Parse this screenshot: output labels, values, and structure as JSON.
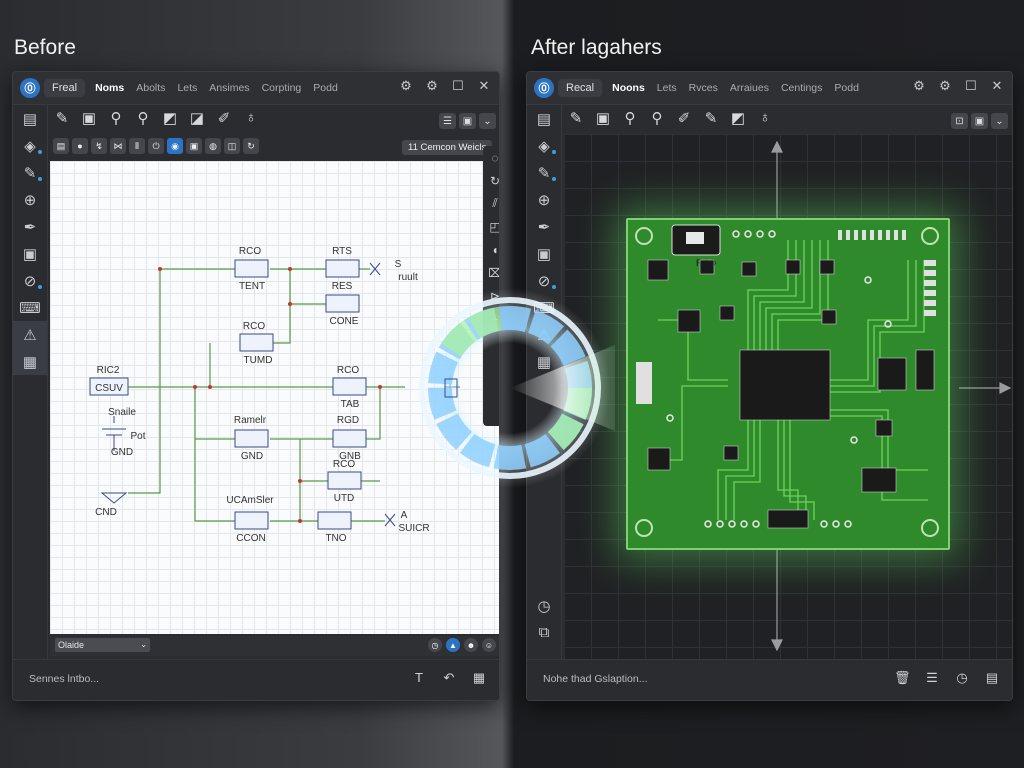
{
  "headings": {
    "before": "Before",
    "after": "After lagahers"
  },
  "left": {
    "app_name": "Freal",
    "menu": [
      "Noms",
      "Abolts",
      "Lets",
      "Ansimes",
      "Corpting",
      "Podd"
    ],
    "badge": "11 Cemcon Weicls",
    "dropdown": "Olaide",
    "status": "Sennes lntbo...",
    "tool_icons": [
      "pencil-icon",
      "component-icon",
      "zoom-in-icon",
      "zoom-out-icon",
      "marker-icon",
      "tag-icon",
      "pen-icon",
      "probe-icon"
    ],
    "left_icons": [
      "document-icon",
      "diamond-icon",
      "pencil-icon",
      "plus-circle-icon",
      "pen-icon",
      "chip-icon",
      "probe-icon",
      "keyboard-icon",
      "warning-icon",
      "calendar-icon"
    ],
    "schematic_labels": {
      "c1": "RCO",
      "c1b": "TENT",
      "c2": "RTS",
      "c2b": "RES",
      "c3": "CONE",
      "s_label": "S",
      "s_label2": "ruult",
      "c4": "RCO",
      "c4b": "TUMD",
      "c5": "RIC2",
      "c5b": "CSUV",
      "c5c": "Snaile",
      "pot": "Pot",
      "gnd1": "GND",
      "gnd2": "CND",
      "c6": "RCO",
      "c6b": "TAB",
      "c7": "Ramelr",
      "c7b": "GND",
      "c8": "RGD",
      "c8b": "GNB",
      "c9": "RCO",
      "c9b": "UTD",
      "c10": "UCAmSler",
      "c10b": "CCON",
      "c11": "TNO",
      "c11b": "A",
      "c11c": "SUICR"
    }
  },
  "right": {
    "app_name": "Recal",
    "menu": [
      "Noons",
      "Lets",
      "Rvces",
      "Arraiues",
      "Centings",
      "Podd"
    ],
    "status": "Nohe thad Gslaption...",
    "pcb_label": "RCO",
    "tool_icons": [
      "pencil-icon",
      "component-icon",
      "zoom-in-icon",
      "zoom-out-icon",
      "pen-icon",
      "marker-icon",
      "tag-icon",
      "probe-icon"
    ],
    "left_icons": [
      "document-icon",
      "diamond-icon",
      "pencil-icon",
      "plus-circle-icon",
      "pen-icon",
      "chip-icon",
      "probe-icon",
      "keyboard-icon",
      "warning-icon",
      "calendar-icon"
    ]
  },
  "colors": {
    "accent": "#2d73c4",
    "pcb_green": "#2f8a2c",
    "trace_green": "#59c84a",
    "glow": "#7fe070",
    "ring_blue": "#8fd0ff"
  }
}
